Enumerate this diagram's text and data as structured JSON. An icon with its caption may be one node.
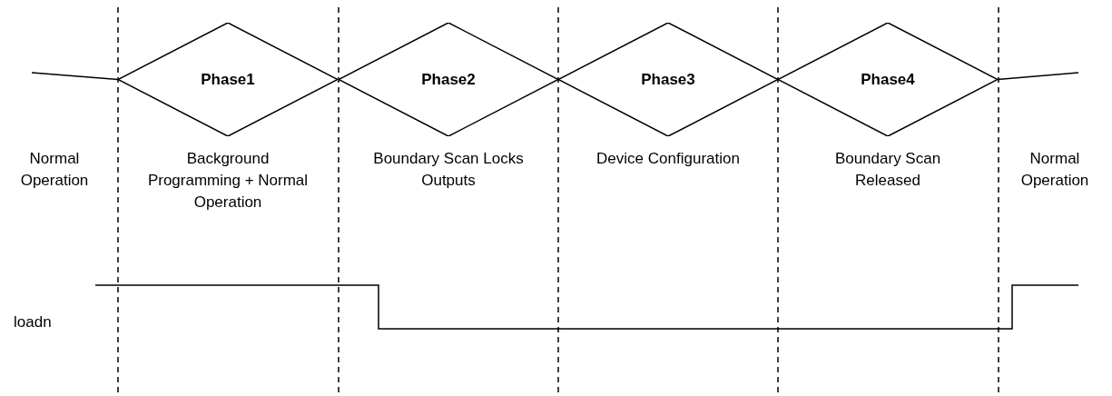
{
  "diagram": {
    "nodes": [
      {
        "text": [
          "Phase1"
        ],
        "beside": [
          "Background Programming + Normal Operation"
        ]
      },
      {
        "text": [
          "Phase2"
        ],
        "beside": [
          "Boundary Scan Locks Outputs"
        ]
      },
      {
        "text": [
          "Phase3"
        ],
        "beside": [
          "Device Configuration"
        ]
      },
      {
        "text": [
          "Phase4"
        ],
        "beside": [
          "Boundary Scan Released"
        ]
      }
    ],
    "edges": [
      {
        "from": null,
        "to": 0,
        "arrow": "none"
      },
      {
        "from": 3,
        "to": null,
        "arrow": "none"
      }
    ],
    "labels": [
      "Normal Operation",
      "Normal Operation",
      "loadn"
    ]
  }
}
